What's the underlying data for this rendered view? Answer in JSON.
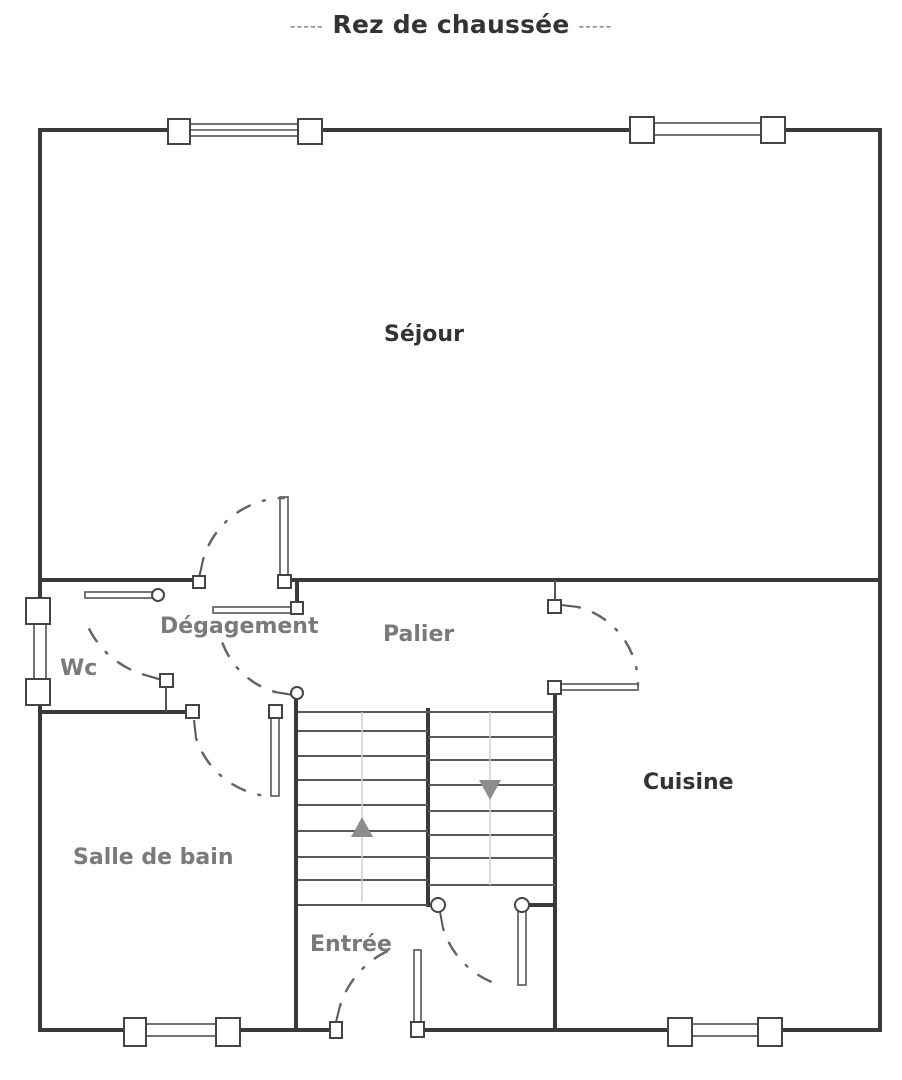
{
  "title": {
    "text": "Rez de chaussée",
    "dash_left": "-----",
    "dash_right": "-----"
  },
  "rooms": [
    {
      "id": "sejour",
      "label": "Séjour"
    },
    {
      "id": "degagement",
      "label": "Dégagement"
    },
    {
      "id": "palier",
      "label": "Palier"
    },
    {
      "id": "wc",
      "label": "Wc"
    },
    {
      "id": "cuisine",
      "label": "Cuisine"
    },
    {
      "id": "salle_de_bain",
      "label": "Salle de bain"
    },
    {
      "id": "entree",
      "label": "Entrée"
    }
  ],
  "staircase": {
    "up_flight_steps": 8,
    "down_flight_steps": 8,
    "up_arrow": "up-arrow",
    "down_arrow": "down-arrow"
  },
  "colors": {
    "wall": "#3a3a3a",
    "label_dark": "#333333",
    "label_grey": "#7a7a7a",
    "arrow": "#8d8d8d",
    "background": "#ffffff"
  }
}
